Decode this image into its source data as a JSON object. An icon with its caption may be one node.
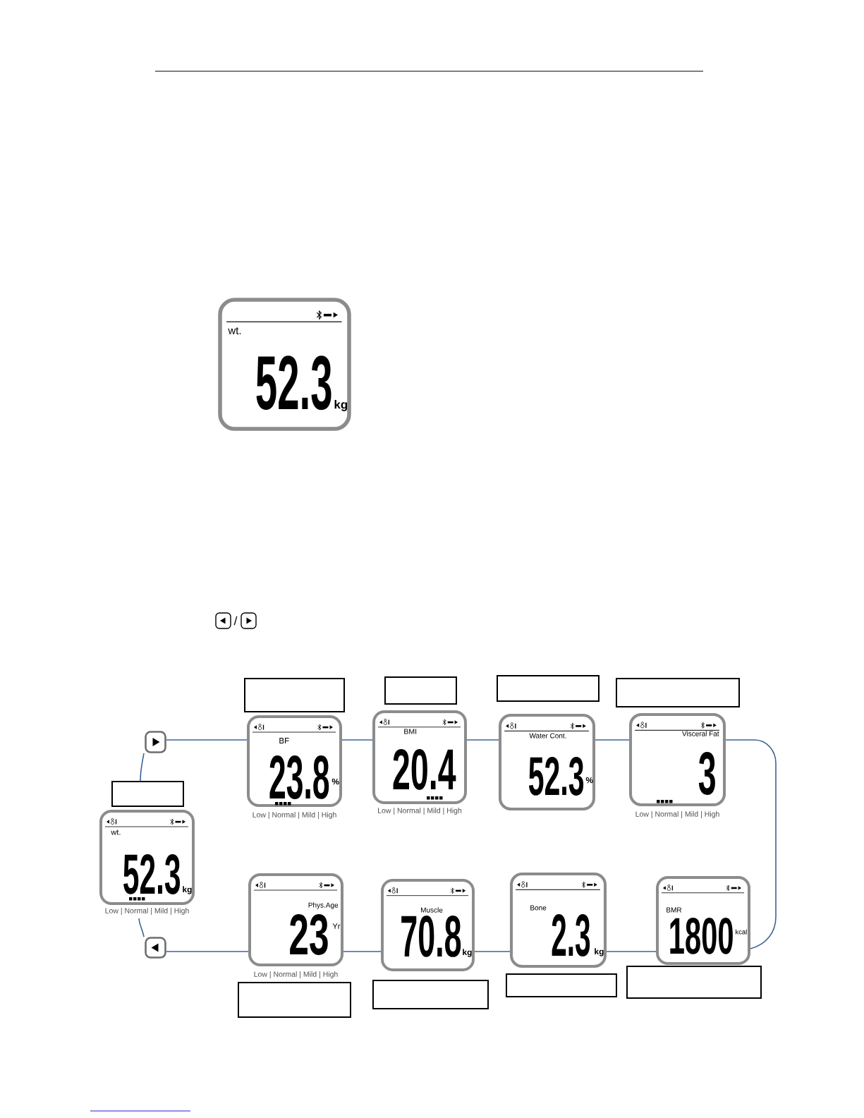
{
  "diagram": {
    "nodes": [
      {
        "text": [
          "wt.",
          "52.3",
          "kg"
        ]
      },
      {
        "text": [],
        "shape": "box"
      },
      {
        "text": [],
        "shape": "box"
      },
      {
        "text": [],
        "shape": "box"
      },
      {
        "text": [],
        "shape": "box"
      },
      {
        "text": [],
        "shape": "button"
      },
      {
        "text": [
          "BF",
          "23.8",
          "%"
        ],
        "beside": [
          "Low | Normal | Mild | High"
        ]
      },
      {
        "text": [
          "BMI",
          "20.4"
        ],
        "beside": [
          "Low | Normal | Mild | High"
        ]
      },
      {
        "text": [
          "Water Cont.",
          "52.3",
          "%"
        ]
      },
      {
        "text": [
          "Visceral Fat",
          "3"
        ],
        "beside": [
          "Low | Normal | Mild | High"
        ]
      },
      {
        "text": [],
        "shape": "box"
      },
      {
        "text": [
          "wt.",
          "52.3",
          "kg"
        ],
        "beside": [
          "Low | Normal | Mild | High"
        ]
      },
      {
        "text": [],
        "shape": "button"
      },
      {
        "text": [
          "Phys.Age",
          "23",
          "Yr"
        ],
        "beside": [
          "Low | Normal | Mild | High"
        ]
      },
      {
        "text": [
          "Muscle",
          "70.8",
          "kg"
        ]
      },
      {
        "text": [
          "Bone",
          "2.3",
          "kg"
        ]
      },
      {
        "text": [
          "BMR",
          "1800",
          "kcal"
        ]
      },
      {
        "text": [],
        "shape": "box"
      },
      {
        "text": [],
        "shape": "box"
      },
      {
        "text": [],
        "shape": "box"
      },
      {
        "text": [],
        "shape": "box"
      }
    ],
    "edges": [
      {
        "from": 10,
        "to": 5,
        "arrow": "none"
      },
      {
        "from": 5,
        "to": 6,
        "arrow": "none"
      },
      {
        "from": 6,
        "to": 7,
        "arrow": "none"
      },
      {
        "from": 7,
        "to": 8,
        "arrow": "none"
      },
      {
        "from": 8,
        "to": 9,
        "arrow": "none"
      },
      {
        "from": 9,
        "to": 16,
        "arrow": "none"
      },
      {
        "from": 16,
        "to": 15,
        "arrow": "none"
      },
      {
        "from": 15,
        "to": 14,
        "arrow": "none"
      },
      {
        "from": 14,
        "to": 13,
        "arrow": "none"
      },
      {
        "from": 13,
        "to": 12,
        "arrow": "none"
      },
      {
        "from": 12,
        "to": 11,
        "arrow": "none"
      }
    ],
    "labels": [
      "/"
    ]
  }
}
